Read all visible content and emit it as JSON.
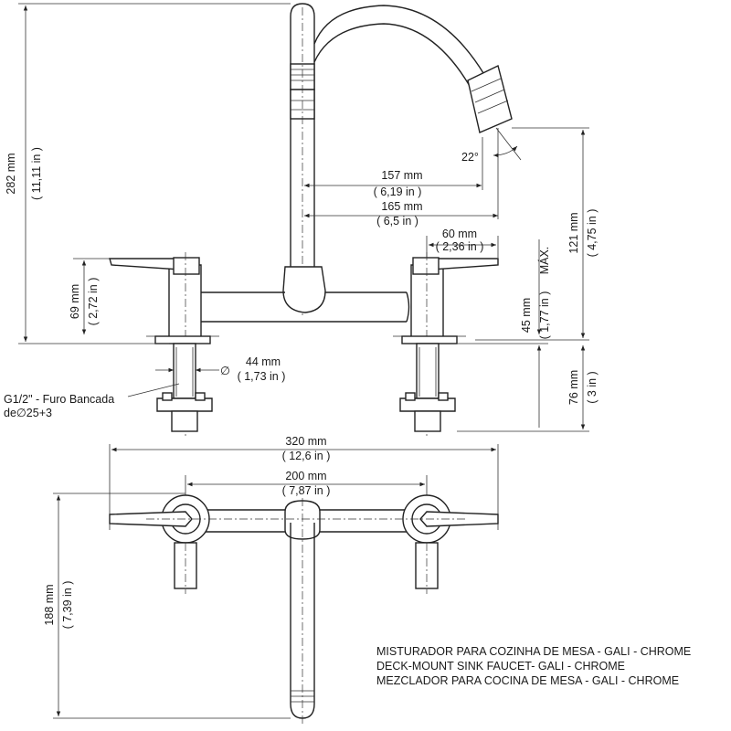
{
  "dimensions": {
    "total_height": {
      "mm": "282 mm",
      "in": "( 11,11 in )"
    },
    "spout_reach_a": {
      "mm": "157 mm",
      "in": "( 6,19 in )"
    },
    "spout_reach_b": {
      "mm": "165 mm",
      "in": "( 6,5 in )"
    },
    "handle_length": {
      "mm": "60 mm",
      "in": "( 2,36 in )"
    },
    "spout_drop": {
      "mm": "121 mm",
      "in": "( 4,75 in )"
    },
    "spout_angle": "22°",
    "body_height": {
      "mm": "69 mm",
      "in": "( 2,72 in )"
    },
    "max_deck": {
      "mm": "45 mm",
      "in": "( 1,77 in )",
      "label": "MÁX."
    },
    "shank_diameter": {
      "symbol": "∅",
      "mm": "44 mm",
      "in": "( 1,73 in )"
    },
    "shank_length": {
      "mm": "76 mm",
      "in": "( 3 in )"
    },
    "overall_width": {
      "mm": "320 mm",
      "in": "( 12,6 in )"
    },
    "center_spacing": {
      "mm": "200 mm",
      "in": "( 7,87 in )"
    },
    "top_depth": {
      "mm": "188 mm",
      "in": "( 7,39 in )"
    }
  },
  "callout": {
    "line1": "G1/2\" - Furo Bancada",
    "line2": "de∅25+3"
  },
  "product_title": {
    "pt": "MISTURADOR PARA COZINHA DE MESA - GALI - CHROME",
    "en": "DECK-MOUNT SINK FAUCET- GALI - CHROME",
    "es": "MEZCLADOR PARA COCINA DE MESA - GALI - CHROME"
  }
}
